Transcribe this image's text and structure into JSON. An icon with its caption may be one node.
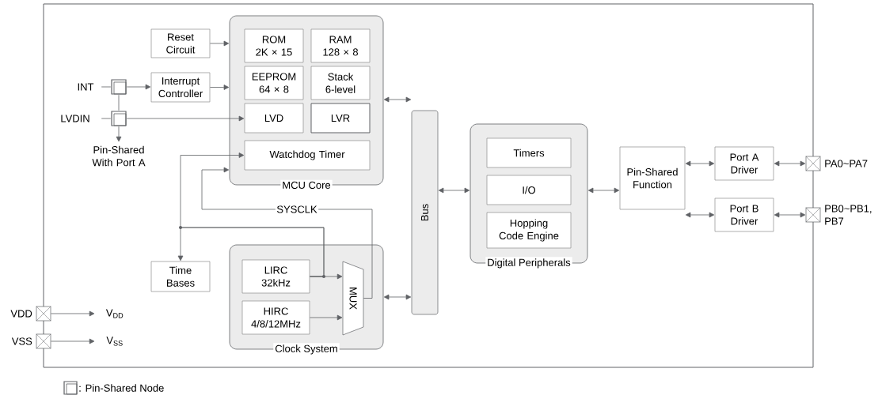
{
  "diagram": {
    "nodes": [
      {
        "text": [
          "MCU Core"
        ]
      },
      {
        "text": [
          "Reset Circuit"
        ]
      },
      {
        "text": [
          "ROM 2K × 15"
        ],
        "in": 0
      },
      {
        "text": [
          "RAM 128 × 8"
        ],
        "in": 0
      },
      {
        "text": [
          "EEPROM 64 × 8"
        ],
        "in": 0
      },
      {
        "text": [
          "Stack 6-level"
        ],
        "in": 0
      },
      {
        "text": [
          "LVD"
        ],
        "in": 0
      },
      {
        "text": [
          "LVR"
        ],
        "in": 0
      },
      {
        "text": [
          "Watchdog Timer"
        ],
        "in": 0
      },
      {
        "text": [
          "INT"
        ]
      },
      {
        "text": [],
        "shape": "box"
      },
      {
        "text": [
          "Interrupt Controller"
        ]
      },
      {
        "text": [
          "LVDIN"
        ]
      },
      {
        "text": [],
        "shape": "box"
      },
      {
        "text": [
          "Pin-Shared With Port A"
        ]
      },
      {
        "text": [
          "Time Bases"
        ]
      },
      {
        "text": [
          "Clock System"
        ]
      },
      {
        "text": [
          "LIRC 32kHz"
        ],
        "in": 16
      },
      {
        "text": [
          "HIRC 4/8/12MHz"
        ],
        "in": 16
      },
      {
        "text": [
          "MUX"
        ],
        "in": 16
      },
      {
        "text": [
          "Bus"
        ]
      },
      {
        "text": [
          "Digital Peripherals"
        ]
      },
      {
        "text": [
          "Timers"
        ],
        "in": 21
      },
      {
        "text": [
          "I/O"
        ],
        "in": 21
      },
      {
        "text": [
          "Hopping Code Engine"
        ],
        "in": 21
      },
      {
        "text": [
          "Pin-Shared Function"
        ]
      },
      {
        "text": [
          "Port A Driver"
        ]
      },
      {
        "text": [
          "Port B Driver"
        ]
      },
      {
        "text": [],
        "shape": "cross",
        "beside": [
          "PA0~PA7"
        ]
      },
      {
        "text": [],
        "shape": "cross",
        "beside": [
          "PB0~PB1, PB7"
        ]
      },
      {
        "text": [],
        "shape": "cross",
        "beside": [
          "VDD"
        ]
      },
      {
        "text": [
          "V$_{DD}$"
        ]
      },
      {
        "text": [],
        "shape": "cross",
        "beside": [
          "VSS"
        ]
      },
      {
        "text": [
          "V$_{SS}$"
        ]
      }
    ],
    "edges": [
      {
        "from": 1,
        "to": 0,
        "arrow": "to"
      },
      {
        "from": 9,
        "to": 10,
        "arrow": "none"
      },
      {
        "from": 10,
        "to": 11,
        "arrow": "to"
      },
      {
        "from": 11,
        "to": 0,
        "arrow": "to"
      },
      {
        "from": 12,
        "to": 13,
        "arrow": "none"
      },
      {
        "from": 13,
        "to": 6,
        "arrow": "to"
      },
      {
        "from": 10,
        "to": 13,
        "arrow": "none"
      },
      {
        "from": 13,
        "to": 14,
        "arrow": "to"
      },
      {
        "from": 17,
        "to": 19,
        "arrow": "to"
      },
      {
        "from": 18,
        "to": 19,
        "arrow": "to"
      },
      {
        "from": 19,
        "to": 0,
        "arrow": "to",
        "label": "SYSCLK"
      },
      {
        "from": 17,
        "to": 15,
        "arrow": "to"
      },
      {
        "from": 17,
        "to": 8,
        "arrow": "to"
      },
      {
        "from": 0,
        "to": 20,
        "arrow": "both"
      },
      {
        "from": 16,
        "to": 20,
        "arrow": "both"
      },
      {
        "from": 20,
        "to": 21,
        "arrow": "both"
      },
      {
        "from": 21,
        "to": 25,
        "arrow": "both"
      },
      {
        "from": 25,
        "to": 26,
        "arrow": "both"
      },
      {
        "from": 25,
        "to": 27,
        "arrow": "both"
      },
      {
        "from": 26,
        "to": 28,
        "arrow": "both"
      },
      {
        "from": 27,
        "to": 29,
        "arrow": "both"
      },
      {
        "from": 30,
        "to": 31,
        "arrow": "to"
      },
      {
        "from": 32,
        "to": 33,
        "arrow": "to"
      }
    ],
    "legend": [
      {
        "text": ": Pin-Shared Node"
      }
    ]
  }
}
